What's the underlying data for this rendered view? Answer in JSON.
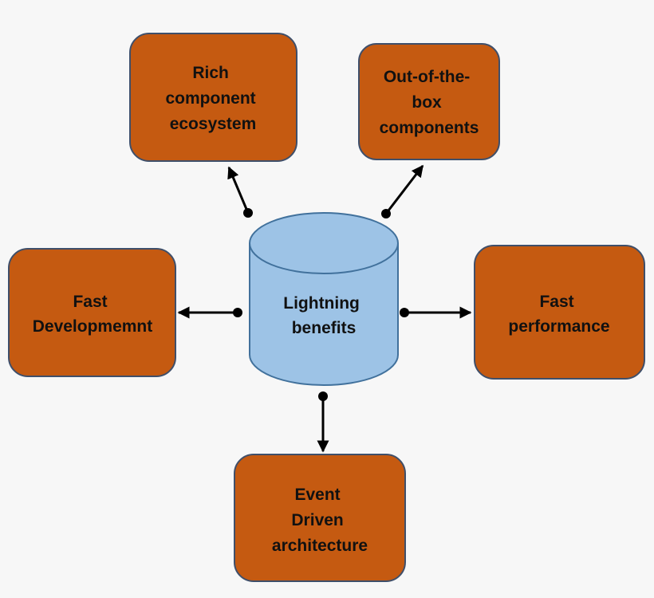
{
  "colors": {
    "box_fill": "#c55a11",
    "box_stroke": "#3f4f6a",
    "hub_fill": "#9dc3e6",
    "hub_stroke": "#41719c",
    "arrow": "#000000"
  },
  "hub": {
    "lines": [
      "Lightning",
      "benefits"
    ]
  },
  "boxes": [
    {
      "id": "rich",
      "lines": [
        "Rich",
        "component",
        "ecosystem"
      ]
    },
    {
      "id": "oob",
      "lines": [
        "Out-of-the-",
        "box",
        "components"
      ]
    },
    {
      "id": "fastdev",
      "lines": [
        "Fast",
        "Developmemnt"
      ]
    },
    {
      "id": "fastperf",
      "lines": [
        "Fast",
        "performance"
      ]
    },
    {
      "id": "event",
      "lines": [
        "Event",
        "Driven",
        "architecture"
      ]
    }
  ]
}
